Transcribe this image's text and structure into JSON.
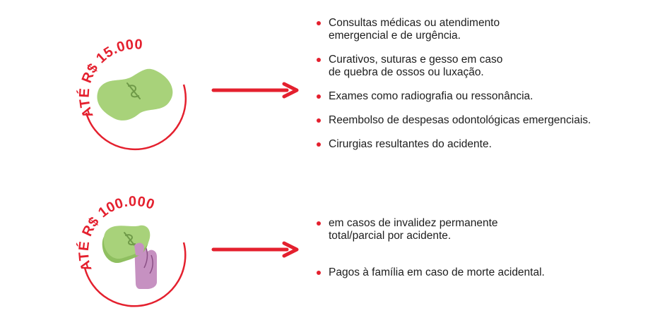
{
  "colors": {
    "accent_red": "#e4202e",
    "money_green": "#a8d27a",
    "money_dark": "#7fae55",
    "hand_purple": "#c691c1"
  },
  "section1": {
    "badge_text": "ATÉ R$ 15.000",
    "badge_icon": "money-bill-icon",
    "items": [
      "Consultas médicas ou atendimento\nemergencial e de urgência.",
      "Curativos, suturas e gesso em caso\nde quebra de ossos ou luxação.",
      "Exames como radiografia ou ressonância.",
      " Reembolso de despesas odontológicas emergenciais.",
      "Cirurgias resultantes do acidente."
    ]
  },
  "section2": {
    "badge_text": "ATÉ R$ 100.000",
    "badge_icon": "hand-holding-money-icon",
    "items": [
      "em casos de invalidez permanente\ntotal/parcial por acidente.",
      "Pagos à família em caso de morte acidental."
    ]
  }
}
